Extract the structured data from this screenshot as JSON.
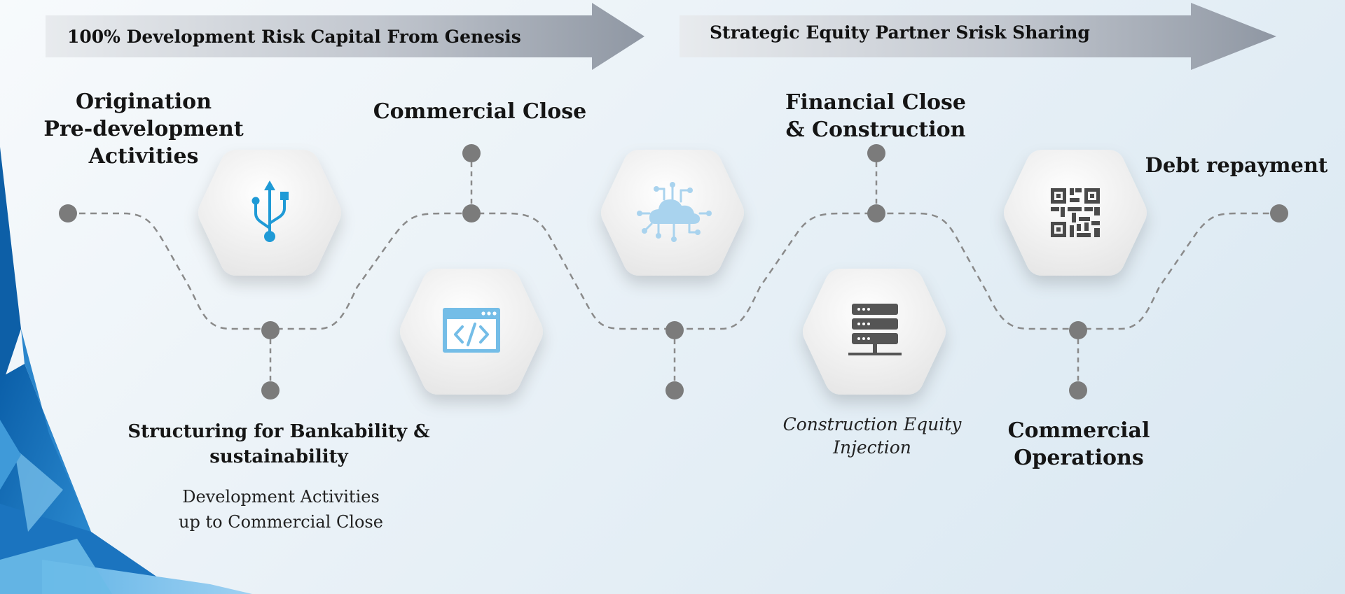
{
  "banners": [
    {
      "text": "100% Development Risk Capital From Genesis"
    },
    {
      "text": "Strategic Equity Partner Srisk Sharing"
    }
  ],
  "stages": [
    {
      "lines": [
        "Origination",
        "Pre-development",
        "Activities"
      ]
    },
    {
      "lines": [
        "Commercial Close"
      ]
    },
    {
      "lines": [
        "Financial Close",
        "& Construction"
      ]
    },
    {
      "lines": [
        "Debt repayment"
      ]
    },
    {
      "lines": [
        "Structuring for Bankability &",
        "sustainability"
      ]
    },
    {
      "lines": [
        "Commercial",
        "Operations"
      ]
    }
  ],
  "descriptions": [
    {
      "lines": [
        "Development Activities",
        "up to Commercial Close"
      ]
    },
    {
      "lines": [
        "Construction Equity",
        "Injection"
      ]
    }
  ],
  "icons": [
    {
      "name": "usb-icon",
      "color": "#1f9ad6"
    },
    {
      "name": "code-window-icon",
      "color": "#74bde7"
    },
    {
      "name": "cloud-network-icon",
      "color": "#a9d3ee"
    },
    {
      "name": "server-icon",
      "color": "#555555"
    },
    {
      "name": "qr-code-icon",
      "color": "#4a4a4a"
    }
  ],
  "colors": {
    "node": "#7b7b7b",
    "path": "#8a8a8a",
    "banner_start": "#e6e9ed",
    "banner_end": "#8f97a3",
    "accent_blue": "#1f80c6"
  }
}
